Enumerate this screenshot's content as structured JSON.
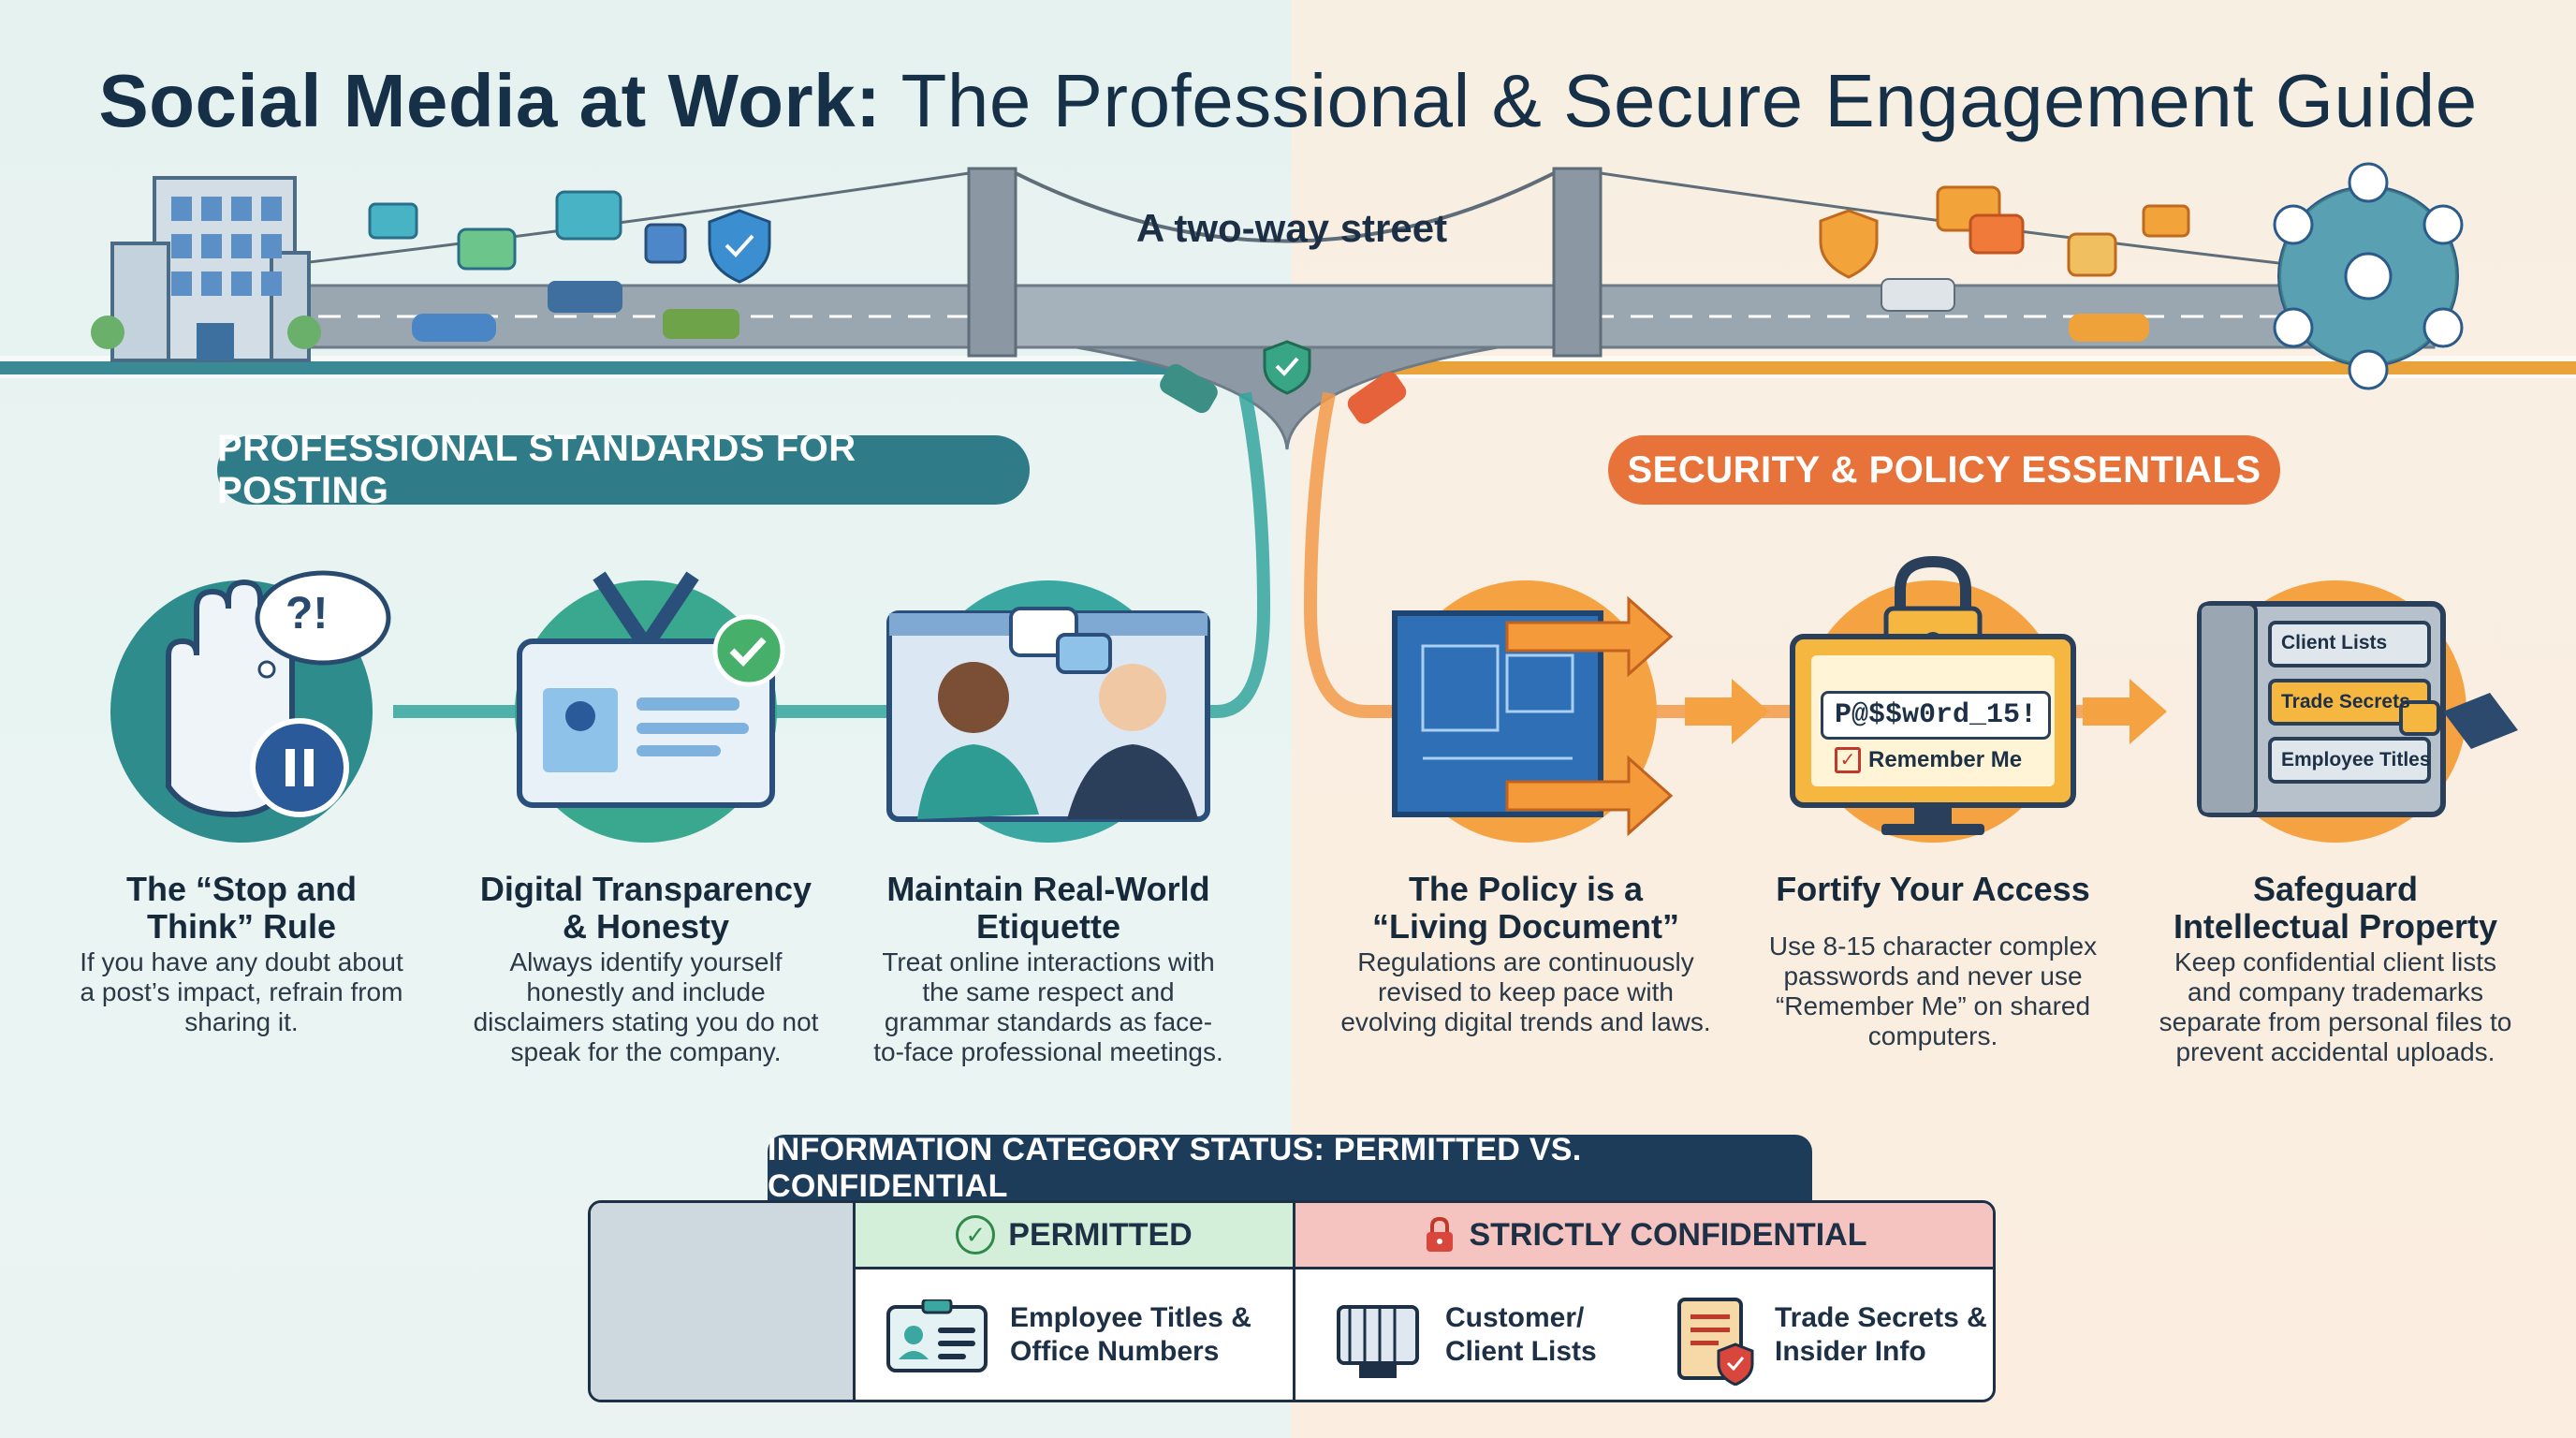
{
  "title": {
    "bold": "Social Media at Work:",
    "rest": " The Professional & Secure Engagement Guide"
  },
  "subtitle": "A two-way street",
  "left_section": {
    "heading": "PROFESSIONAL STANDARDS FOR POSTING",
    "cards": [
      {
        "title": "The “Stop and Think” Rule",
        "text": "If you have any doubt about a post’s impact, refrain from sharing it."
      },
      {
        "title": "Digital Transparency & Honesty",
        "text": "Always identify yourself honestly and include disclaimers stating you do not speak for the company."
      },
      {
        "title": "Maintain Real-World Etiquette",
        "text": "Treat online interactions with the same respect and grammar standards as face-to-face professional meetings."
      }
    ],
    "bubble_text": "?!"
  },
  "right_section": {
    "heading": "SECURITY & POLICY ESSENTIALS",
    "cards": [
      {
        "title": "The Policy is a “Living Document”",
        "text": "Regulations are continuously revised to keep pace with evolving digital trends and laws."
      },
      {
        "title": "Fortify Your Access",
        "text": "Use 8-15 character complex passwords and never use “Remember Me” on shared computers."
      },
      {
        "title": "Safeguard Intellectual Property",
        "text": "Keep confidential client lists and company trademarks separate from personal files to prevent accidental uploads."
      }
    ],
    "password_example": "P@$$w0rd_15!",
    "remember_me": "Remember Me",
    "cabinet_labels": [
      "Client Lists",
      "Trade Secrets",
      "Employee Titles"
    ]
  },
  "table": {
    "header": "INFORMATION CATEGORY STATUS: PERMITTED VS. CONFIDENTIAL",
    "permitted_label": "PERMITTED",
    "confidential_label": "STRICTLY CONFIDENTIAL",
    "permitted_items": [
      "Employee Titles & Office Numbers"
    ],
    "confidential_items": [
      "Customer/ Client Lists",
      "Trade Secrets & Insider Info"
    ]
  },
  "colors": {
    "teal": "#2f7b88",
    "orange": "#e7733a",
    "navy": "#1d3c5a"
  }
}
